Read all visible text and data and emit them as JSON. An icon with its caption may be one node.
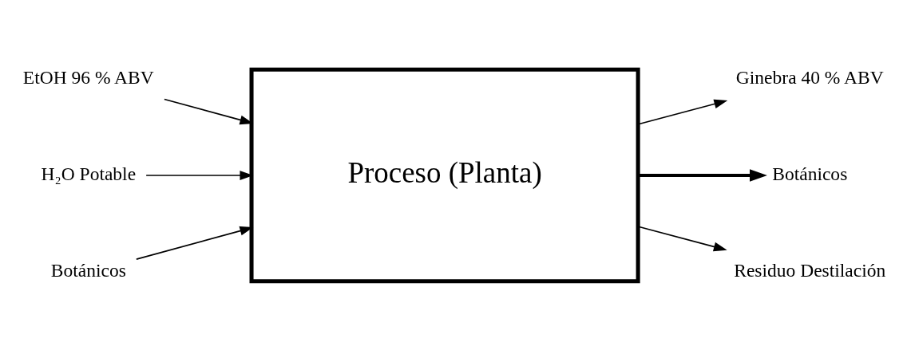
{
  "diagram": {
    "nodes": [
      {
        "text": [
          "Proceso (Planta)"
        ]
      },
      {
        "text": [
          "EtOH 96 % ABV"
        ]
      },
      {
        "text": [
          "H₂O Potable"
        ]
      },
      {
        "text": [
          "Botánicos"
        ]
      },
      {
        "text": [
          "Ginebra 40 % ABV"
        ]
      },
      {
        "text": [
          "Botánicos"
        ]
      },
      {
        "text": [
          "Residuo Destilación"
        ]
      }
    ],
    "edges": [
      {
        "from": 1,
        "to": 0,
        "arrow": "to"
      },
      {
        "from": 2,
        "to": 0,
        "arrow": "to"
      },
      {
        "from": 3,
        "to": 0,
        "arrow": "to"
      },
      {
        "from": 0,
        "to": 4,
        "arrow": "to"
      },
      {
        "from": 0,
        "to": 5,
        "arrow": "to",
        "style": "thick"
      },
      {
        "from": 0,
        "to": 6,
        "arrow": "to"
      }
    ]
  }
}
